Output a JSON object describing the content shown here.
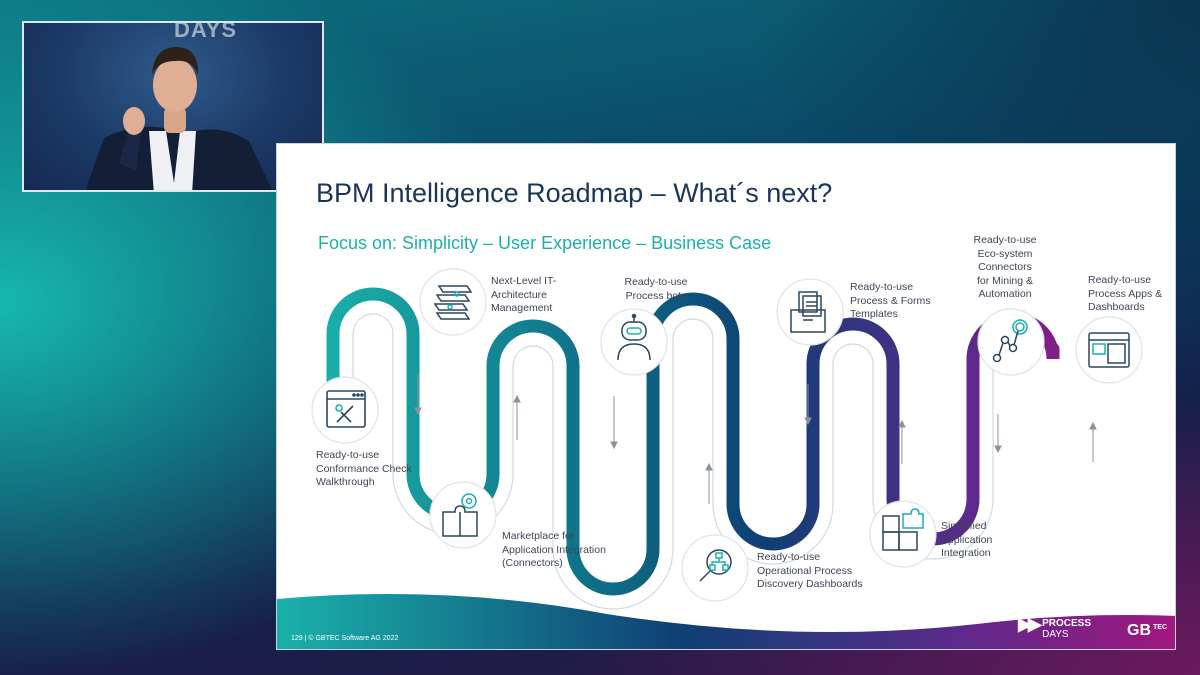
{
  "webcam": {
    "watermark": "DAYS"
  },
  "slide": {
    "title": "BPM Intelligence Roadmap – What´s next?",
    "subtitle": "Focus on: Simplicity – User Experience – Business Case",
    "milestones": [
      {
        "lines": [
          "Ready-to-use",
          "Conformance Check",
          "Walkthrough"
        ],
        "icon": "wrench-window-icon"
      },
      {
        "lines": [
          "Next-Level IT-",
          "Architecture",
          "Management"
        ],
        "icon": "layers-icon"
      },
      {
        "lines": [
          "Marketplace for",
          "Application Integration",
          "(Connectors)"
        ],
        "icon": "puzzle-gear-icon"
      },
      {
        "lines": [
          "Ready-to-use",
          "Process bots"
        ],
        "icon": "robot-icon"
      },
      {
        "lines": [
          "Ready-to-use",
          "Operational Process",
          "Discovery Dashboards"
        ],
        "icon": "magnifier-network-icon"
      },
      {
        "lines": [
          "Ready-to-use",
          "Process & Forms",
          "Templates"
        ],
        "icon": "folder-documents-icon"
      },
      {
        "lines": [
          "Simplified",
          "Application",
          "Integration"
        ],
        "icon": "puzzle-icon"
      },
      {
        "lines": [
          "Ready-to-use",
          "Eco-system",
          "Connectors",
          "for Mining &",
          "Automation"
        ],
        "icon": "graph-nodes-icon"
      },
      {
        "lines": [
          "Ready-to-use",
          "Process Apps &",
          "Dashboards"
        ],
        "icon": "app-window-icon"
      }
    ],
    "footer": {
      "text": "129 | © GBTEC Software AG 2022",
      "logo_process": "PROCESS",
      "logo_days": "DAYS",
      "logo_gb": "GB",
      "logo_tec": "TEC"
    },
    "colors": {
      "teal": "#1ab1aa",
      "petrol": "#0e6e86",
      "navy": "#0f3f73",
      "purple": "#5a2a8c",
      "magenta": "#a0177f",
      "title": "#1b3558"
    }
  }
}
